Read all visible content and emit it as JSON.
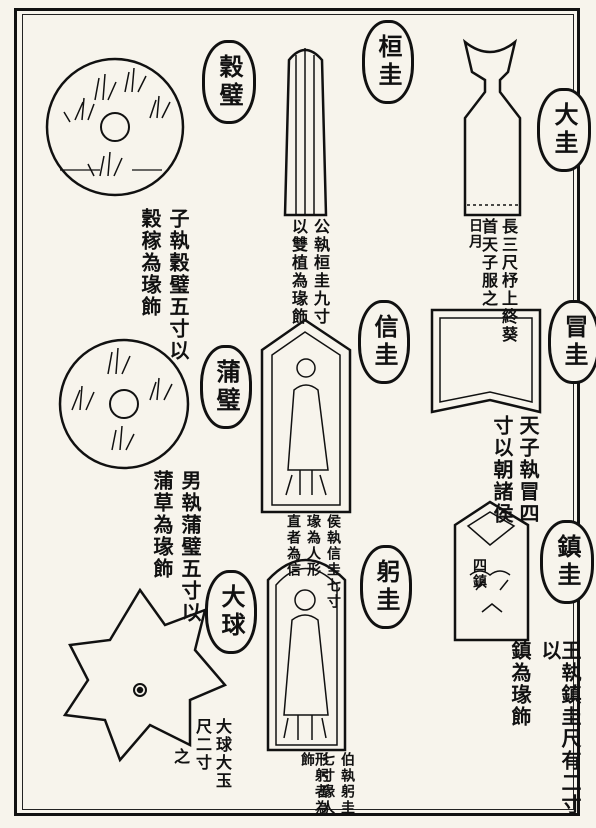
{
  "badges": {
    "gubi": "穀璧",
    "huangui": "桓圭",
    "dagui": "大圭",
    "xinggui": "信圭",
    "pubi": "蒲璧",
    "maogui": "冒圭",
    "gonggui": "躬圭",
    "zhengui": "鎮圭",
    "daqiu": "大球"
  },
  "captions": {
    "gubi": [
      "子執穀璧五寸以",
      "穀稼為瑑飾"
    ],
    "huangui": [
      "公執桓圭九寸",
      "以雙植為瑑飾"
    ],
    "dagui": [
      "長三尺杼上終葵",
      "首天子服之",
      "日月"
    ],
    "maogui": [
      "天子執冒四",
      "寸以朝諸侯"
    ],
    "xinggui": [
      "侯執信圭七寸",
      "瑑為人形",
      "直者為信"
    ],
    "pubi": [
      "男執蒲璧五寸以",
      "蒲草為瑑飾"
    ],
    "gonggui": [
      "伯執躬圭",
      "七寸瑑人",
      "形躬者為飾"
    ],
    "zhengui": [
      "王執鎮圭尺有二寸以",
      "鎮為瑑飾"
    ],
    "daqiu": [
      "大球大玉",
      "尺二寸",
      "之"
    ]
  },
  "misc": {
    "dagui_mark": "日月",
    "zhengui_mark": "四鎮"
  }
}
